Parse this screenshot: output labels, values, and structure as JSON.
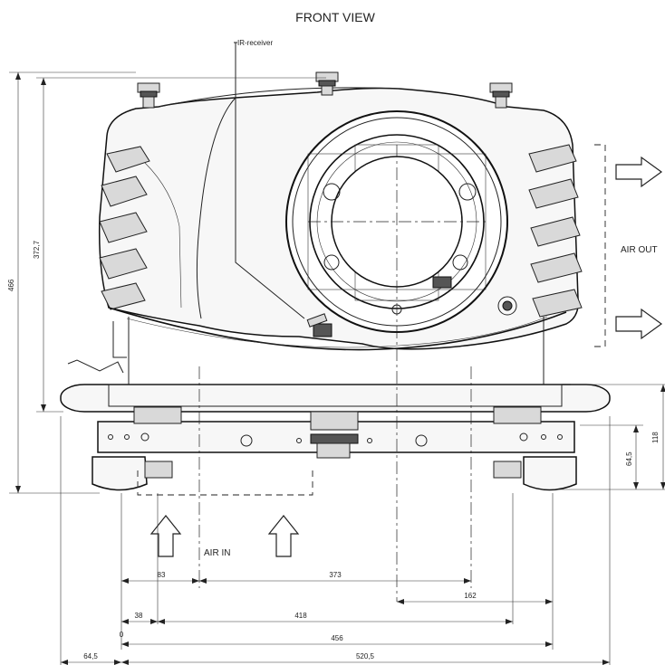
{
  "title": "FRONT VIEW",
  "labels": {
    "ir_receiver": "IR-receiver",
    "air_out": "AIR OUT",
    "air_in": "AIR IN"
  },
  "dimensions": {
    "overall_height": "466",
    "body_height": "372,7",
    "base_height": "118",
    "foot_height": "64,5",
    "d83": "83",
    "d373": "373",
    "d162": "162",
    "d38": "38",
    "d418": "418",
    "zero": "0",
    "d456": "456",
    "d64_5": "64,5",
    "d520_5": "520,5"
  }
}
